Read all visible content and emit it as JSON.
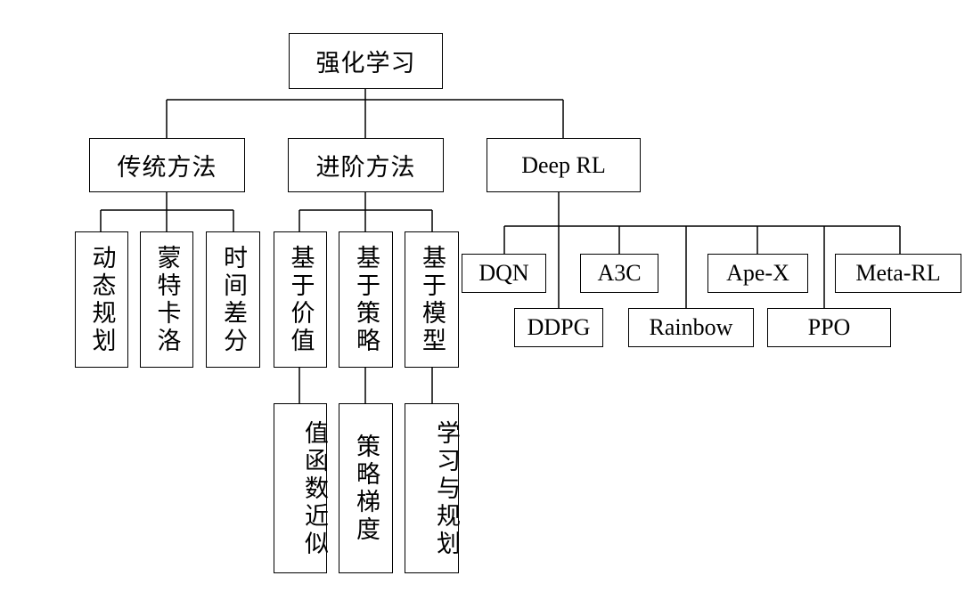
{
  "root": {
    "label": "强化学习"
  },
  "categories": {
    "traditional": {
      "label": "传统方法"
    },
    "advanced": {
      "label": "进阶方法"
    },
    "deep_rl": {
      "label": "Deep RL"
    }
  },
  "traditional_methods": [
    {
      "label": "动态规划"
    },
    {
      "label": "蒙特卡洛"
    },
    {
      "label": "时间差分"
    }
  ],
  "advanced_methods": [
    {
      "label": "基于价值",
      "child": "值函数近似"
    },
    {
      "label": "基于策略",
      "child": "策略梯度"
    },
    {
      "label": "基于模型",
      "child": "学习与规划"
    }
  ],
  "deep_rl_methods": [
    {
      "label": "DQN"
    },
    {
      "label": "DDPG"
    },
    {
      "label": "A3C"
    },
    {
      "label": "Rainbow"
    },
    {
      "label": "Ape-X"
    },
    {
      "label": "PPO"
    },
    {
      "label": "Meta-RL"
    }
  ]
}
